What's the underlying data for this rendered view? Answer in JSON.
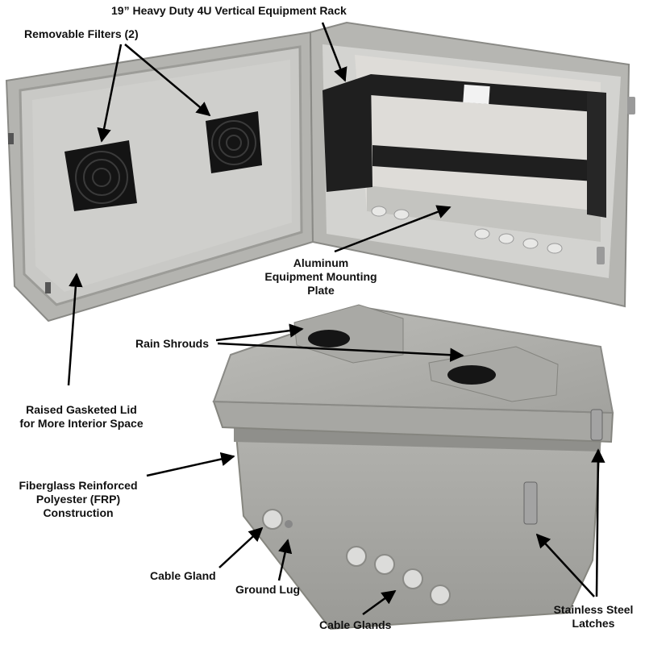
{
  "labels": {
    "rack": "19” Heavy Duty 4U Vertical Equipment Rack",
    "filters": "Removable Filters (2)",
    "plate": [
      "Aluminum",
      "Equipment Mounting",
      "Plate"
    ],
    "shrouds": "Rain Shrouds",
    "gasket": [
      "Raised Gasketed Lid",
      "for More Interior Space"
    ],
    "frp": [
      "Fiberglass Reinforced",
      "Polyester (FRP)",
      "Construction"
    ],
    "cable_gland": "Cable Gland",
    "ground_lug": "Ground Lug",
    "cable_glands": "Cable Glands",
    "latches": [
      "Stainless Steel",
      "Latches"
    ]
  },
  "colors": {
    "enclosure": "#a9a9a5",
    "enclosure_dark": "#8d8d89",
    "interior": "#c7c7c4",
    "rack": "#1f1f1f",
    "fan": "#141414",
    "arrow": "#000000"
  }
}
